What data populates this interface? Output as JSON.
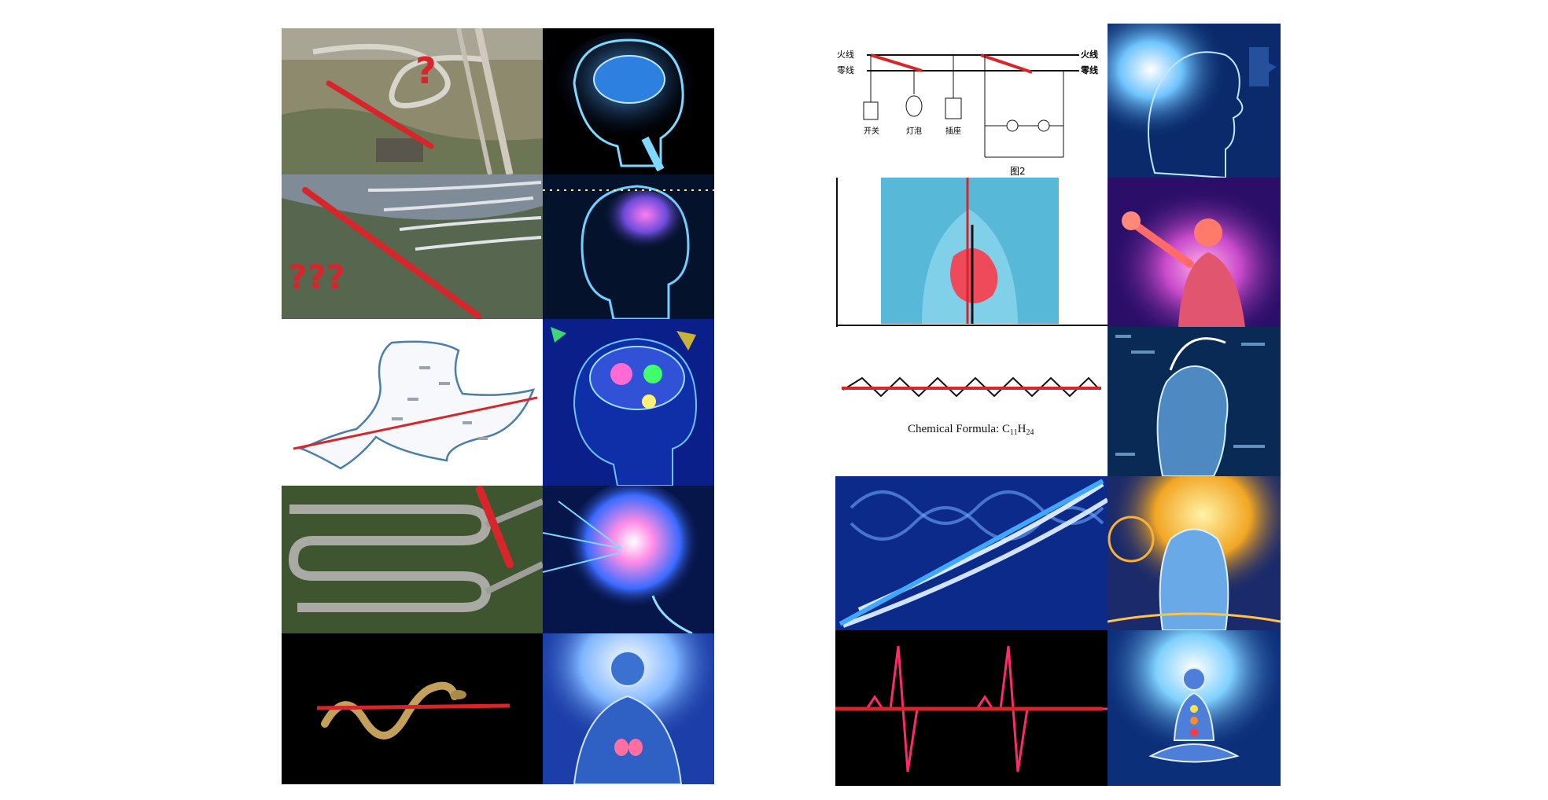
{
  "left_meme": {
    "rows": [
      {
        "left": "winding-highway-interchange-photo",
        "right": "blue-brain-xray-skull"
      },
      {
        "left": "mountain-switchback-road-photo",
        "right": "glowing-brain-head"
      },
      {
        "left": "river-map-diagram",
        "right": "cosmic-brain-lights"
      },
      {
        "left": "hairpin-road-aerial-photo",
        "right": "exploding-galaxy-brain"
      },
      {
        "left": "snake-photo",
        "right": "enlightened-glowing-body"
      }
    ]
  },
  "right_meme": {
    "circuit": {
      "live_left": "火线",
      "neutral_left": "零线",
      "live_right": "火线",
      "neutral_right": "零线",
      "switch": "开关",
      "lamp": "灯泡",
      "socket": "插座",
      "figure": "图2"
    },
    "chemical_formula": {
      "prefix": "Chemical Formula: C",
      "sub1": "11",
      "mid": "H",
      "sub2": "24"
    },
    "rows": [
      {
        "left": "household-circuit-diagram",
        "right": "digital-head-light"
      },
      {
        "left": "digestive-tract-xray",
        "right": "cosmic-power-figure"
      },
      {
        "left": "undecane-zigzag-formula",
        "right": "data-head"
      },
      {
        "left": "dna-helix",
        "right": "golden-mind-head"
      },
      {
        "left": "heartbeat-ecg-line",
        "right": "meditating-figure"
      }
    ]
  },
  "colors": {
    "accent_red": "#d7262b",
    "deep_blue": "#06164a",
    "glow_cyan": "#7fd8ff"
  }
}
